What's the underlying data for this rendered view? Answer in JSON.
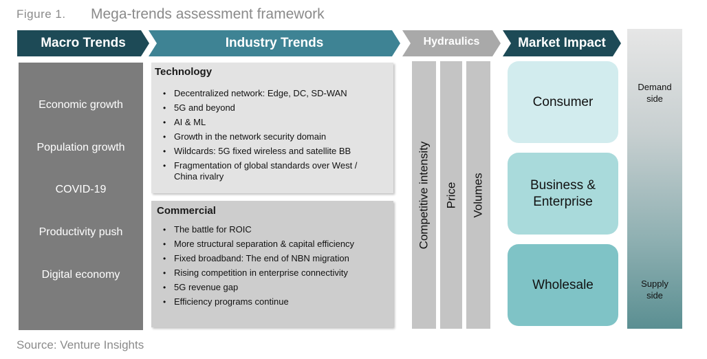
{
  "figure": {
    "label": "Figure 1.",
    "title": "Mega-trends assessment framework",
    "source": "Source: Venture Insights"
  },
  "headers": {
    "macro": "Macro Trends",
    "industry": "Industry Trends",
    "hydraulics": "Hydraulics",
    "market": "Market Impact"
  },
  "macro_trends": [
    "Economic growth",
    "Population growth",
    "COVID-19",
    "Productivity push",
    "Digital economy"
  ],
  "technology": {
    "title": "Technology",
    "items": [
      "Decentralized network: Edge, DC, SD-WAN",
      "5G and beyond",
      "AI & ML",
      "Growth in the network security domain",
      "Wildcards: 5G fixed wireless and satellite BB",
      "Fragmentation of global standards over West / China rivalry"
    ]
  },
  "commercial": {
    "title": "Commercial",
    "items": [
      "The battle for ROIC",
      "More structural separation & capital efficiency",
      "Fixed broadband: The end of NBN migration",
      "Rising competition in enterprise connectivity",
      "5G revenue gap",
      "Efficiency programs continue"
    ]
  },
  "hydraulics": [
    "Competitive intensity",
    "Price",
    "Volumes"
  ],
  "market_impact": {
    "consumer": "Consumer",
    "business_line1": "Business &",
    "business_line2": "Enterprise",
    "wholesale": "Wholesale"
  },
  "side_axis": {
    "demand_line1": "Demand",
    "demand_line2": "side",
    "supply_line1": "Supply",
    "supply_line2": "side"
  }
}
